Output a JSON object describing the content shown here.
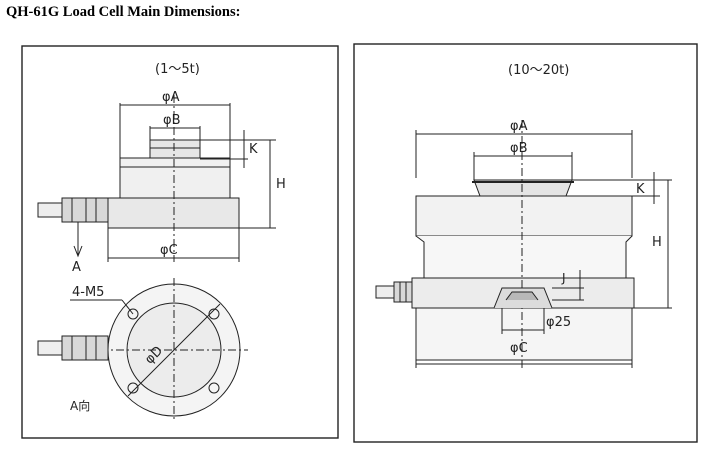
{
  "title": "QH-61G Load Cell Main Dimensions:",
  "left_panel": {
    "range_label": "(1～5t)",
    "dim_phi_a": "φA",
    "dim_phi_b": "φB",
    "dim_k": "K",
    "dim_h": "H",
    "dim_phi_c": "φC",
    "view_arrow_label": "A",
    "hole_label": "4-M5",
    "dim_phi_d": "φD",
    "view_caption": "A向"
  },
  "right_panel": {
    "range_label": "(10～20t)",
    "dim_phi_a": "φA",
    "dim_phi_b": "φB",
    "dim_k": "K",
    "dim_h": "H",
    "dim_j": "J",
    "dim_phi_25": "φ25",
    "dim_phi_c": "φC"
  }
}
